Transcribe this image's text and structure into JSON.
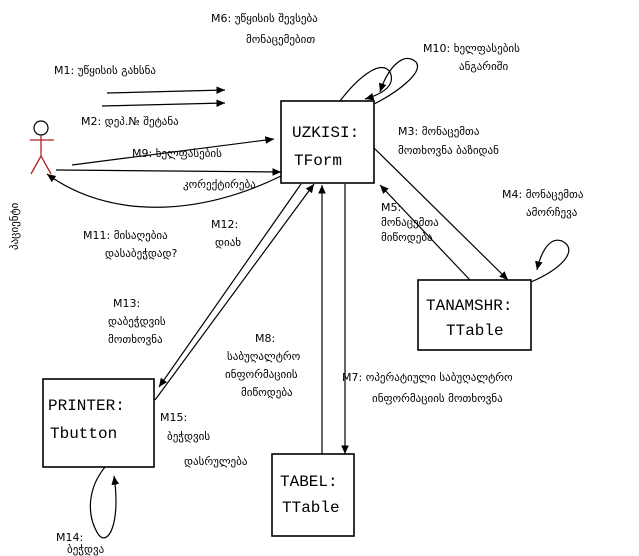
{
  "actor_label": "პაციენტი",
  "objects": {
    "uzkisi": [
      "UZKISI:",
      "TForm"
    ],
    "tanamshr": [
      "TANAMSHR:",
      "TTable"
    ],
    "printer": [
      "PRINTER:",
      "Tbutton"
    ],
    "tabel": [
      "TABEL:",
      "TTable"
    ]
  },
  "messages": {
    "m1": "M1: უწყისის გახსნა",
    "m2": "M2: დეპ.№ შეტანა",
    "m3": [
      "M3: მონაცემთა",
      "მოთხოვნა ბაზიდან"
    ],
    "m4": [
      "M4: მონაცემთა",
      "ამორჩევა"
    ],
    "m5": [
      "M5:",
      "მონაცემთა",
      "მიწოდება"
    ],
    "m6": [
      "M6: უწყისის შევსება",
      "მონაცემებით"
    ],
    "m7": [
      "M7: ოპერატიული საბუღალტრო",
      "ინფორმაციის მოთხოვნა"
    ],
    "m8": [
      "M8:",
      "საბუღალტრო",
      "ინფორმაციის",
      "მიწოდება"
    ],
    "m9": [
      "M9: ხელფასების",
      "კორექტირება"
    ],
    "m10": [
      "M10: ხელფასების",
      "ანგარიში"
    ],
    "m11": [
      "M11: მისაღებია",
      "დასაბეჭდად?"
    ],
    "m12": [
      "M12:",
      "დიახ"
    ],
    "m13": [
      "M13:",
      "დაბეჭდვის",
      "მოთხოვნა"
    ],
    "m14": [
      "M14:",
      "ბეჭდვა"
    ],
    "m15": [
      "M15:",
      "ბეჭდვის",
      "დასრულება"
    ]
  }
}
